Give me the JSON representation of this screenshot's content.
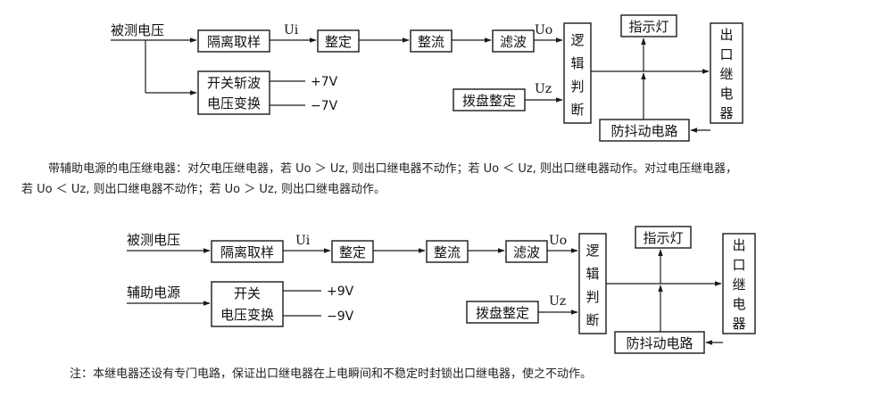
{
  "diagram1": {
    "input_label": "被测电压",
    "isolation": "隔离取样",
    "ui": "Ui",
    "shaping": "整定",
    "rectify": "整流",
    "filter": "滤波",
    "uo": "Uo",
    "logic": [
      "逻",
      "辑",
      "判",
      "断"
    ],
    "indicator": "指示灯",
    "output_relay": [
      "出",
      "口",
      "继",
      "电",
      "器"
    ],
    "dial_set": "拨盘整定",
    "uz": "Uz",
    "anti_bounce": "防抖动电路",
    "converter": [
      "开关斩波",
      "电压变换"
    ],
    "plus_voltage": "+7V",
    "minus_voltage": "−7V"
  },
  "description": {
    "line1": "带辅助电源的电压继电器：对欠电压继电器，若 Uo ＞ Uz, 则出口继电器不动作；若 Uo ＜ Uz, 则出口继电器动作。对过电压继电器，",
    "line2": "若 Uo ＜ Uz, 则出口继电器不动作；若 Uo ＞ Uz, 则出口继电器动作。"
  },
  "diagram2": {
    "input_label": "被测电压",
    "isolation": "隔离取样",
    "ui": "Ui",
    "shaping": "整定",
    "rectify": "整流",
    "filter": "滤波",
    "uo": "Uo",
    "logic": [
      "逻",
      "辑",
      "判",
      "断"
    ],
    "indicator": "指示灯",
    "output_relay": [
      "出",
      "口",
      "继",
      "电",
      "器"
    ],
    "dial_set": "拨盘整定",
    "uz": "Uz",
    "anti_bounce": "防抖动电路",
    "aux_label": "辅助电源",
    "converter": [
      "开关",
      "电压变换"
    ],
    "plus_voltage": "+9V",
    "minus_voltage": "−9V"
  },
  "note": "注：本继电器还设有专门电路，保证出口继电器在上电瞬间和不稳定时封锁出口继电器，使之不动作。"
}
